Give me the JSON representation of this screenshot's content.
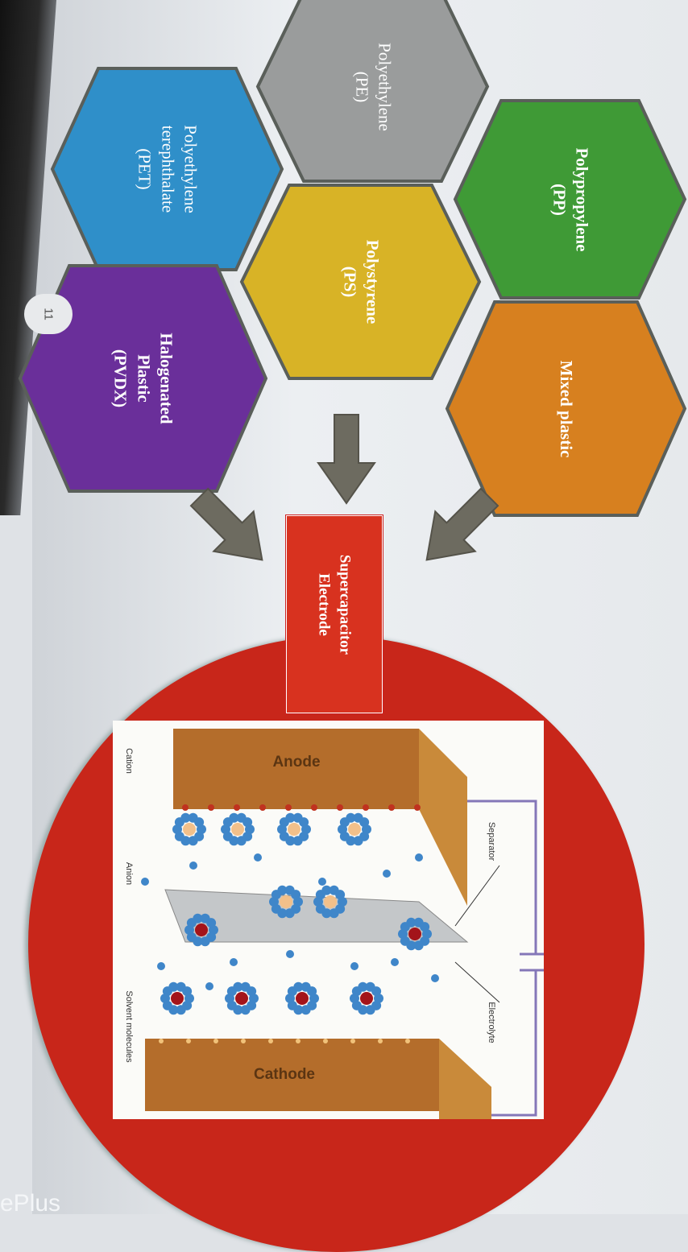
{
  "slide": {
    "page_number": "11",
    "plastics": [
      {
        "label": "Polyethylene\n(PE)",
        "color": "#9a9c9c"
      },
      {
        "label": "Polypropylene\n(PP)",
        "color": "#3f9a36"
      },
      {
        "label": "Polyethylene\nterephthalate\n(PET)",
        "color": "#2f8fc9"
      },
      {
        "label": "Polystyrene\n(PS)",
        "color": "#d8b326"
      },
      {
        "label": "Mixed plastic",
        "color": "#d7801f"
      },
      {
        "label": "Halogenated\nPlastic\n(PVDX)",
        "color": "#6a2f9a"
      }
    ],
    "target_box": "Supercapacitor\nElectrode",
    "arrow_color": "#6d6b60",
    "diagram": {
      "anode": "Anode",
      "cathode": "Cathode",
      "separator": "Separator",
      "electrolyte": "Electrolyte",
      "legend": {
        "cation": "Cation",
        "anion": "Anion",
        "solvent": "Solvent molecules"
      }
    }
  },
  "watermark": "ePlus"
}
